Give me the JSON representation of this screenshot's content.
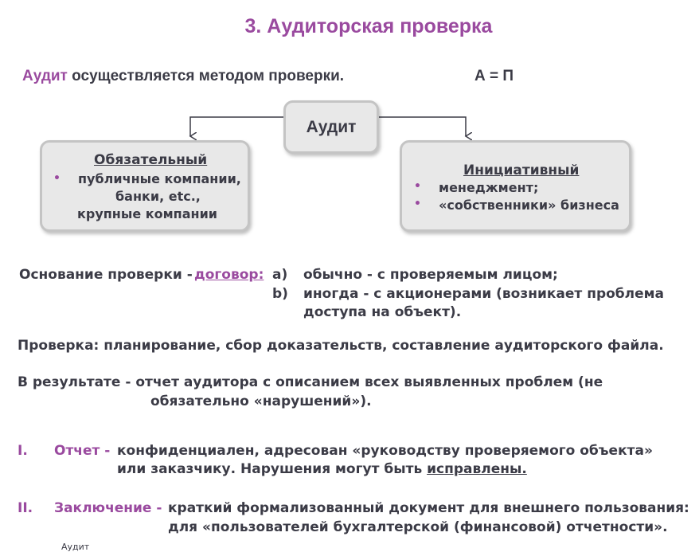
{
  "title": "3. Аудиторская проверка",
  "intro": {
    "keyword": "Аудит",
    "rest": "осуществляется методом проверки.",
    "formula": "А = П"
  },
  "diagram": {
    "center_label": "Аудит",
    "left": {
      "title": "Обязательный",
      "bullet": "•",
      "line1": "публичные компании,",
      "line2": "банки, etc.,",
      "line3": "крупные компании"
    },
    "right": {
      "title": "Инициативный",
      "bullet": "•",
      "item1": "менеджмент;",
      "item2": "«собственники» бизнеса"
    }
  },
  "basis": {
    "label": "Основание проверки -",
    "link": "договор:",
    "items": [
      {
        "marker": "a)",
        "line1": "обычно - с проверяемым лицом;"
      },
      {
        "marker": "b)",
        "line1": "иногда  -  с  акционерами  (возникает  проблема",
        "line2": "доступа на объект)."
      }
    ]
  },
  "check_text": "Проверка: планирование, сбор доказательств, составление аудиторского файла.",
  "result": {
    "line1": "В  результате  -  отчет  аудитора  с  описанием  всех  выявленных  проблем  (не",
    "line2": "обязательно «нарушений»)."
  },
  "list": [
    {
      "numeral": "I.",
      "term": "Отчет -",
      "line1": "конфиденциален,  адресован  «руководству  проверяемого  объекта»",
      "line2_pre": "или заказчику. Нарушения могут быть ",
      "line2_u": "исправлены."
    },
    {
      "numeral": "II.",
      "term": "Заключение -",
      "line1": "краткий формализованный документ для внешнего пользования:",
      "line2": "для «пользователей бухгалтерской (финансовой) отчетности»."
    }
  ],
  "footer_fragment": "Аудит"
}
